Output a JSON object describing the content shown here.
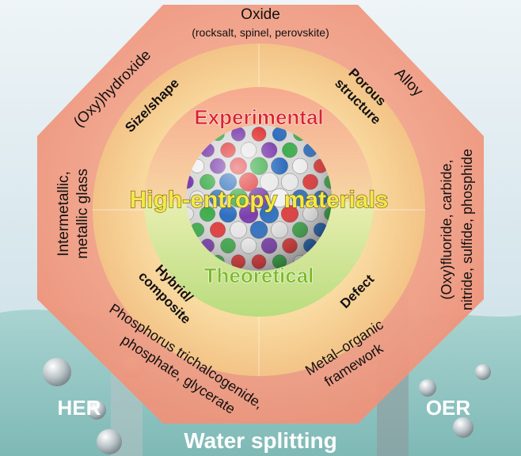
{
  "outer_ring": {
    "oxide_title": "Oxide",
    "oxide_subtitle": "(rocksalt, spinel, perovskite)",
    "alloy": "Alloy",
    "oxyhydroxide": "(Oxy)hydroxide",
    "intermetallic_line1": "Intermetallic,",
    "intermetallic_line2": "metallic glass",
    "oxyfluoride_line1": "(Oxy)fluoride, carbide,",
    "oxyfluoride_line2": "nitride, sulfide, phosphide",
    "phosphorus_line1": "Phosphorus trichalcogenide,",
    "phosphorus_line2": "phosphate, glycerate",
    "mof_line1": "Metal–organic",
    "mof_line2": "framework"
  },
  "middle_ring": {
    "size_shape": "Size/shape",
    "porous_line1": "Porous",
    "porous_line2": "structure",
    "hybrid_line1": "Hybrid/",
    "hybrid_line2": "composite",
    "defect": "Defect"
  },
  "core": {
    "experimental": "Experimental",
    "theoretical": "Theoretical",
    "center_title": "High-entropy materials"
  },
  "bottom": {
    "her": "HER",
    "oer": "OER",
    "water_splitting": "Water splitting"
  },
  "colors": {
    "octagon": "#f2a48a",
    "middle_ring": "#f7d29a",
    "experimental": "#d9232e",
    "theoretical": "#7ab927",
    "center_title_fill": "#f4e84a",
    "water": "#8ec3c1",
    "sky": "#dce9ee"
  },
  "sphere_palette": [
    "#e23a3a",
    "#2f6fbe",
    "#3fae4c",
    "#7c3fae",
    "#f2f2f2",
    "#e9e9e9"
  ]
}
